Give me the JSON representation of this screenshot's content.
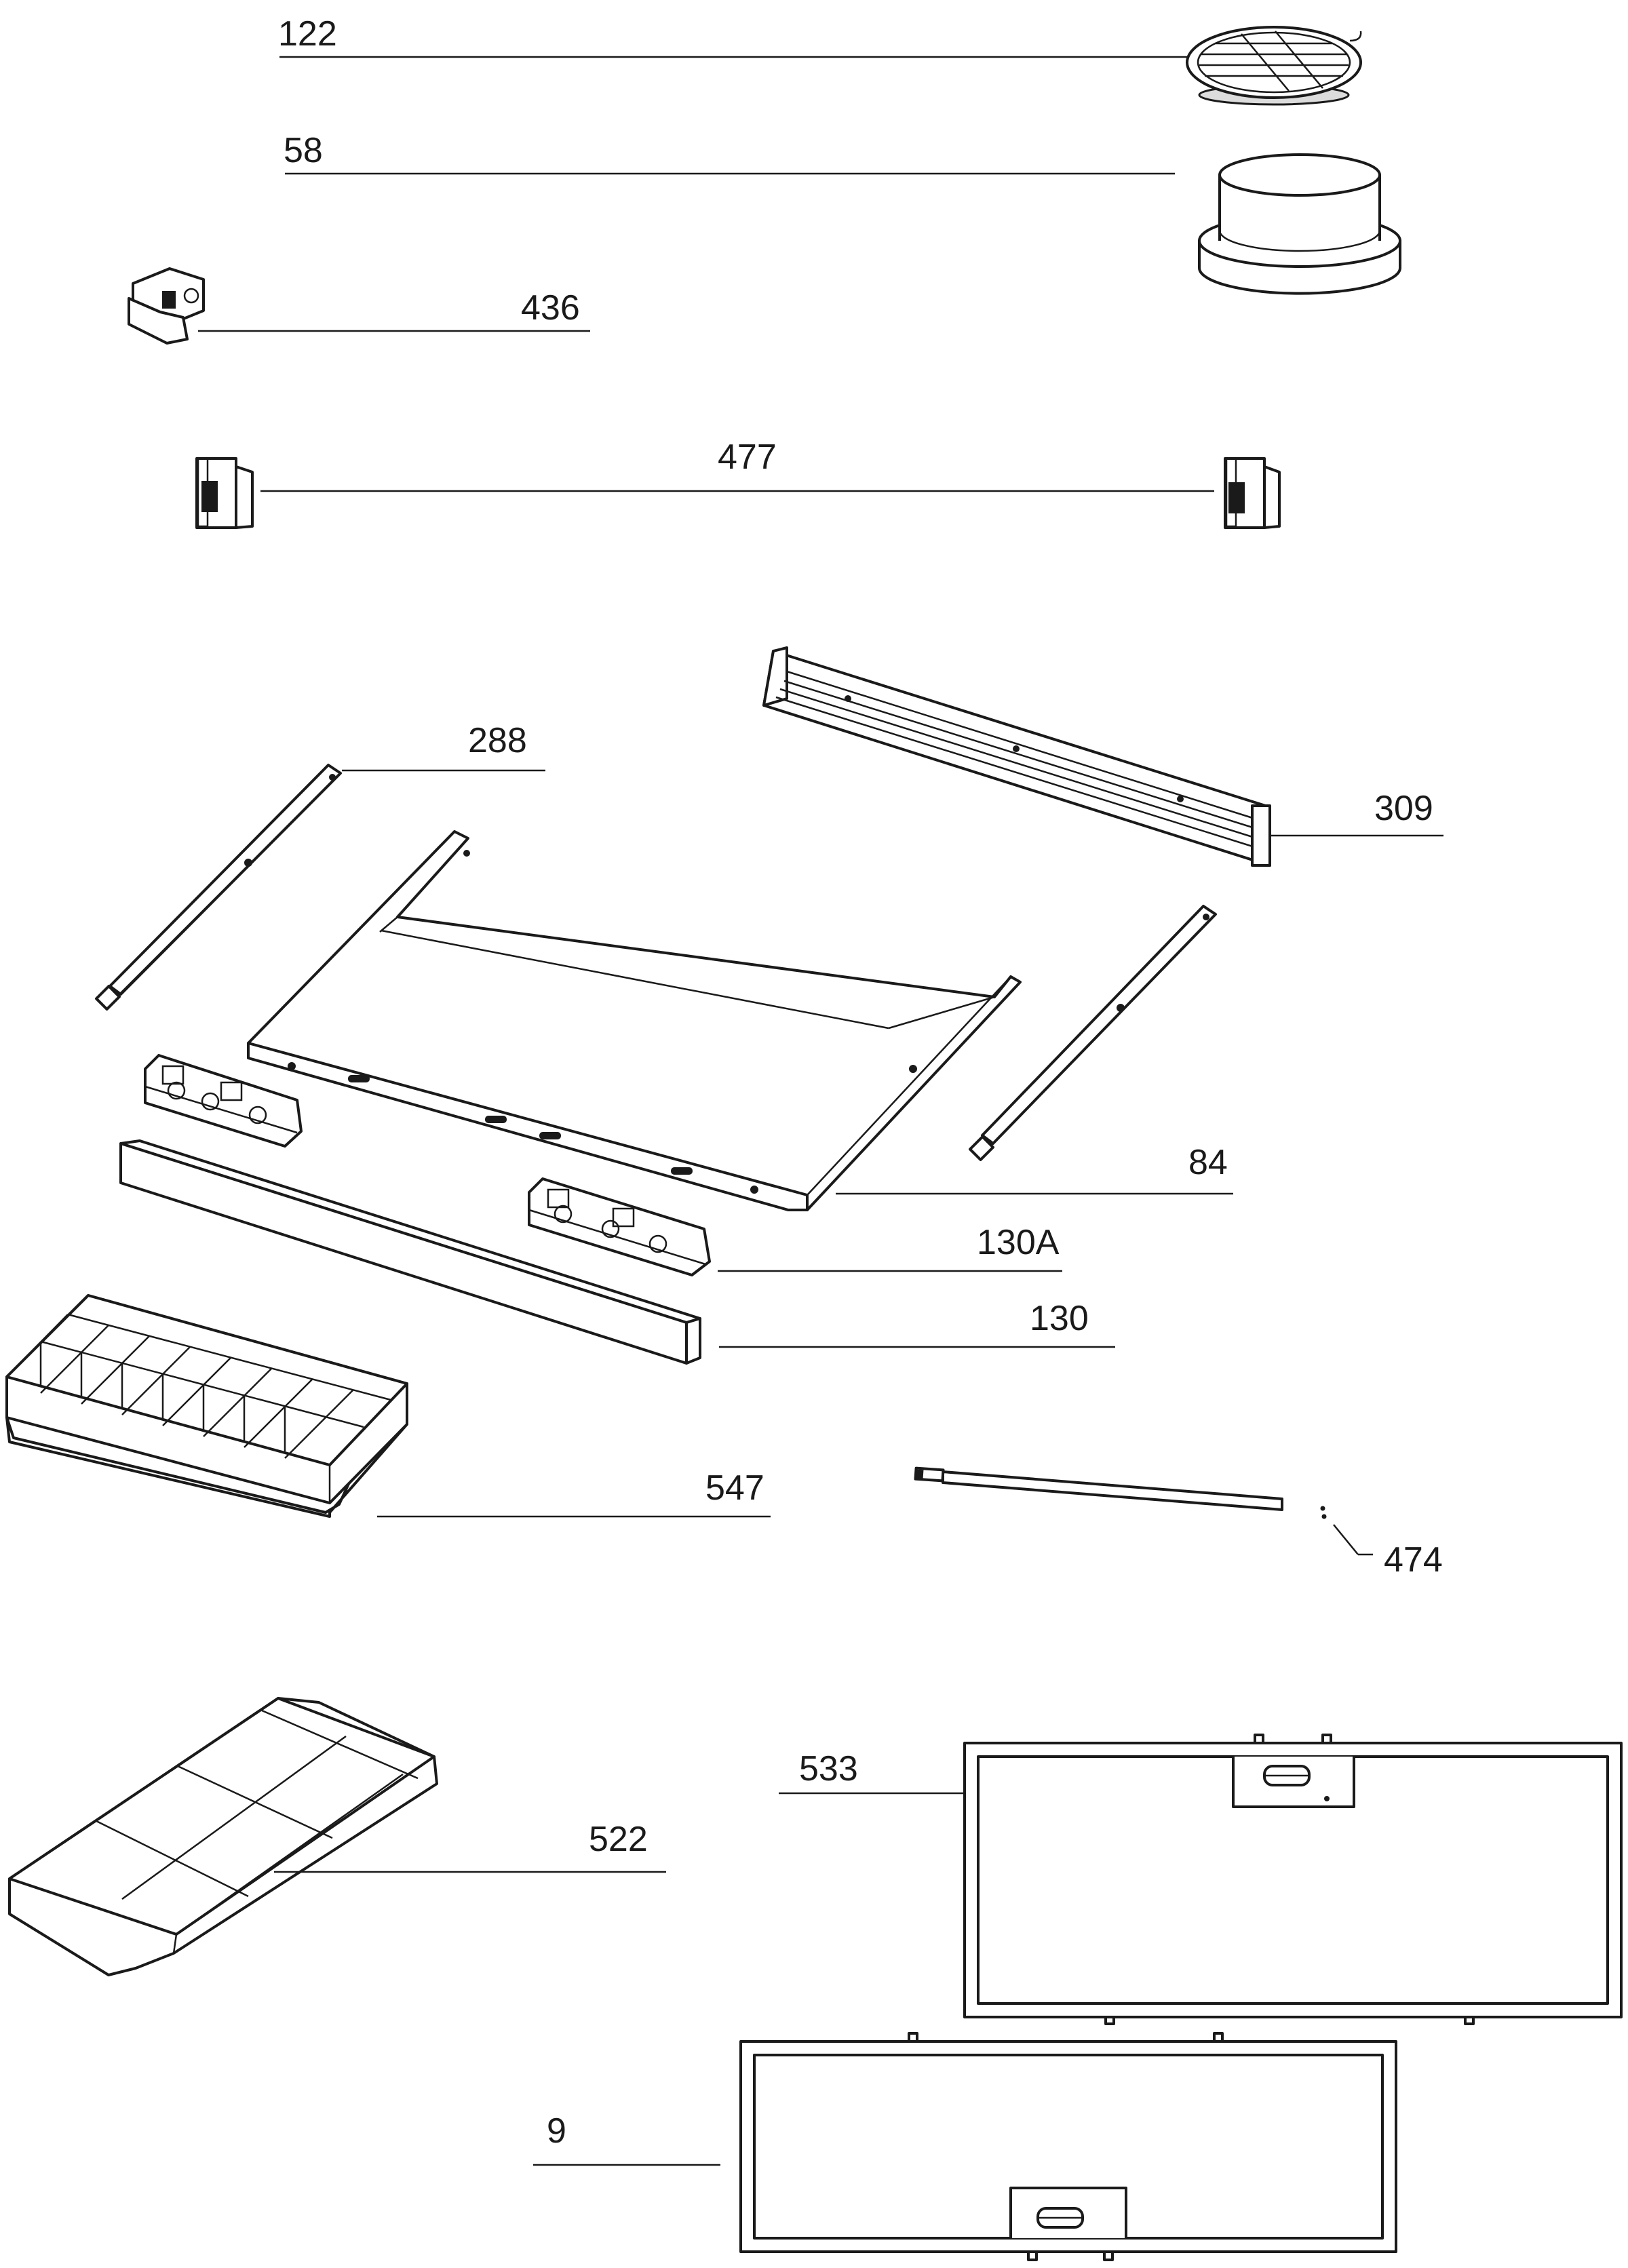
{
  "callouts": {
    "p122": "122",
    "p58": "58",
    "p436": "436",
    "p477": "477",
    "p288": "288",
    "p309": "309",
    "p84": "84",
    "p130a": "130A",
    "p130": "130",
    "p547": "547",
    "p474": "474",
    "p533": "533",
    "p522": "522",
    "p9": "9"
  }
}
